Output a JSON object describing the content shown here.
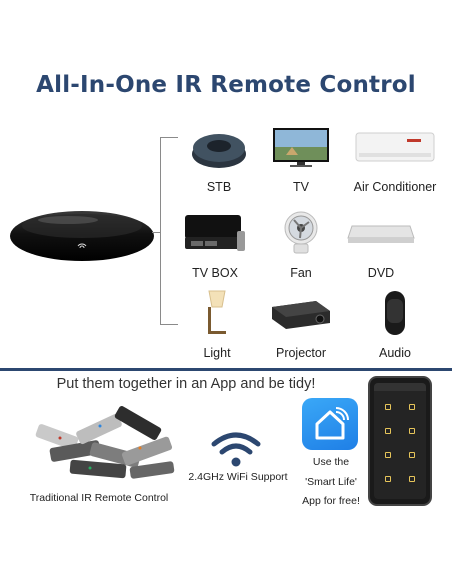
{
  "title": "All-In-One IR Remote Control",
  "devices": [
    {
      "label": "STB",
      "icon": "stb-icon"
    },
    {
      "label": "TV",
      "icon": "tv-icon"
    },
    {
      "label": "Air Conditioner",
      "icon": "air-conditioner-icon"
    },
    {
      "label": "TV BOX",
      "icon": "tv-box-icon"
    },
    {
      "label": "Fan",
      "icon": "fan-icon"
    },
    {
      "label": "DVD",
      "icon": "dvd-icon"
    },
    {
      "label": "Light",
      "icon": "light-icon"
    },
    {
      "label": "Projector",
      "icon": "projector-icon"
    },
    {
      "label": "Audio",
      "icon": "audio-icon"
    }
  ],
  "tagline": "Put them together in an App and be tidy!",
  "remotes_label": "Traditional IR Remote Control",
  "wifi_label": "2.4GHz WiFi Support",
  "app": {
    "line1": "Use the",
    "line2": "'Smart Life'",
    "line3": "App for free!"
  },
  "colors": {
    "title": "#2c4770",
    "divider": "#2c4770",
    "app_icon": "#2b93f0",
    "phone_accent": "#e6c55a"
  }
}
